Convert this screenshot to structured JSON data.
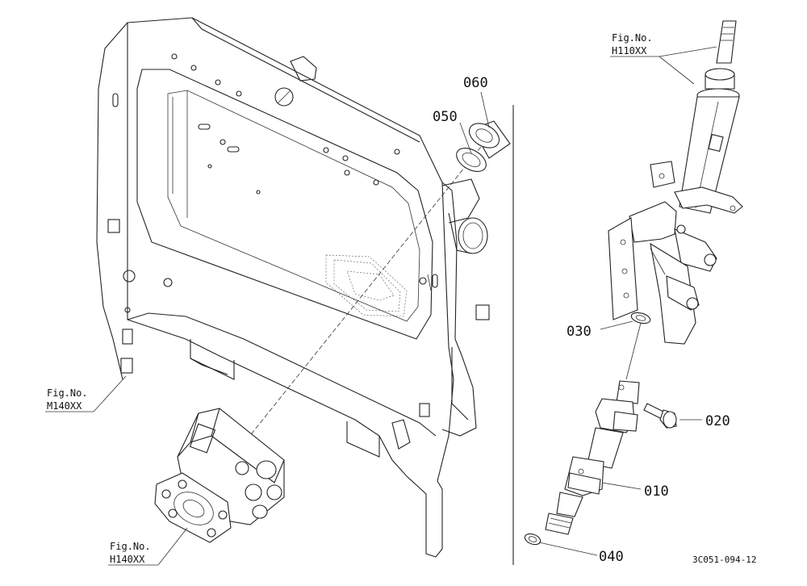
{
  "figure_code": "3C051-094-12",
  "fig_refs": [
    {
      "id": "h110",
      "line1": "Fig.No.",
      "line2": "H110XX"
    },
    {
      "id": "m140",
      "line1": "Fig.No.",
      "line2": "M140XX"
    },
    {
      "id": "h140",
      "line1": "Fig.No.",
      "line2": "H140XX"
    }
  ],
  "part_numbers": [
    "060",
    "050",
    "030",
    "020",
    "010",
    "040"
  ]
}
